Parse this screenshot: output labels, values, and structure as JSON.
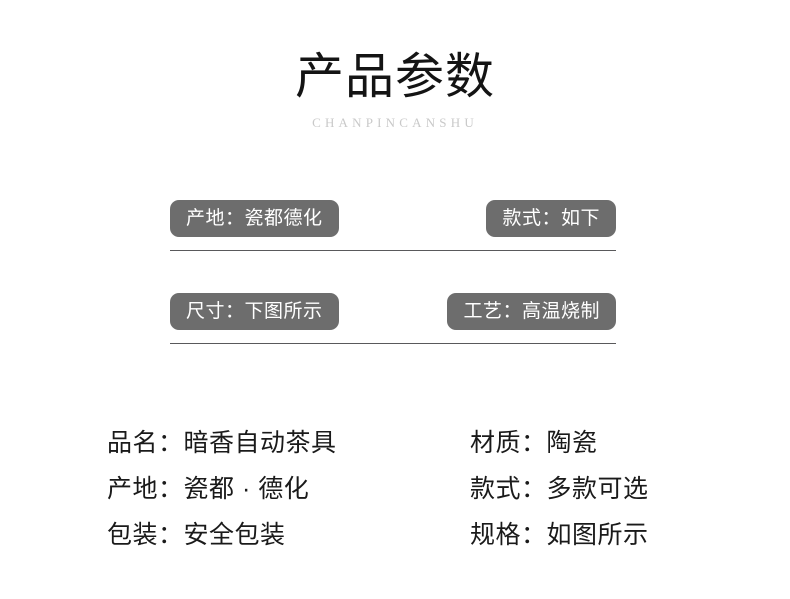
{
  "header": {
    "title": "产品参数",
    "subtitle": "CHANPINCANSHU"
  },
  "spec_rows": [
    {
      "left_pill": "产地：瓷都德化",
      "right_pill": "款式：如下"
    },
    {
      "left_pill": "尺寸：下图所示",
      "right_pill": "工艺：高温烧制"
    }
  ],
  "details": [
    {
      "left": "品名：暗香自动茶具",
      "right": "材质：陶瓷"
    },
    {
      "left": "产地：瓷都 · 德化",
      "right": "款式：多款可选"
    },
    {
      "left": "包装：安全包装",
      "right": "规格：如图所示"
    }
  ],
  "colors": {
    "background": "#ffffff",
    "pill_background": "#6d6d6d",
    "pill_text": "#ffffff",
    "title_text": "#141414",
    "subtitle_text": "#c9c9c9",
    "divider": "#59595b",
    "detail_text": "#1a1a1a"
  }
}
